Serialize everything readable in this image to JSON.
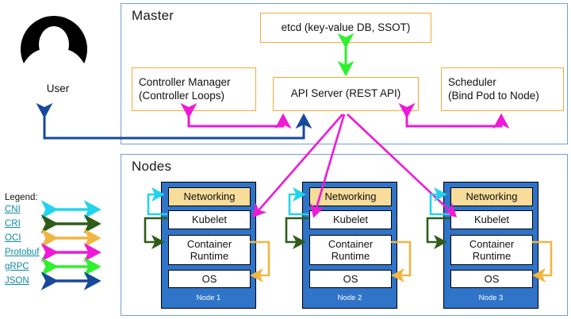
{
  "user": {
    "label": "User",
    "icon": "user-avatar-icon"
  },
  "master": {
    "title": "Master",
    "components": [
      {
        "id": "etcd",
        "label": "etcd (key-value DB, SSOT)"
      },
      {
        "id": "controller-manager",
        "line1": "Controller Manager",
        "line2": "(Controller Loops)"
      },
      {
        "id": "api-server",
        "label": "API Server (REST API)"
      },
      {
        "id": "scheduler",
        "line1": "Scheduler",
        "line2": "(Bind Pod to Node)"
      }
    ]
  },
  "nodes": {
    "title": "Nodes",
    "layers": [
      "Networking",
      "Kubelet",
      "Container Runtime",
      "OS"
    ],
    "items": [
      {
        "name": "Node 1"
      },
      {
        "name": "Node 2"
      },
      {
        "name": "Node 3"
      }
    ]
  },
  "legend": {
    "title": "Legend:",
    "entries": [
      {
        "label": "CNI",
        "color": "#22d3ee"
      },
      {
        "label": "CRI",
        "color": "#2f5d19"
      },
      {
        "label": "OCI",
        "color": "#f0b642"
      },
      {
        "label": "Protobuf",
        "color": "#ef19d6"
      },
      {
        "label": "gRPC",
        "color": "#2ff02f"
      },
      {
        "label": "JSON",
        "color": "#17499c"
      }
    ]
  },
  "colors": {
    "container_border": "#6f9fd8",
    "component_border": "#f4a93c",
    "node_base": "#2f74c8",
    "networking_fill": "#f7dc9a",
    "cni": "#22d3ee",
    "cri": "#2f5d19",
    "oci": "#f0b642",
    "protobuf": "#ef19d6",
    "grpc": "#2ff02f",
    "json": "#17499c"
  }
}
